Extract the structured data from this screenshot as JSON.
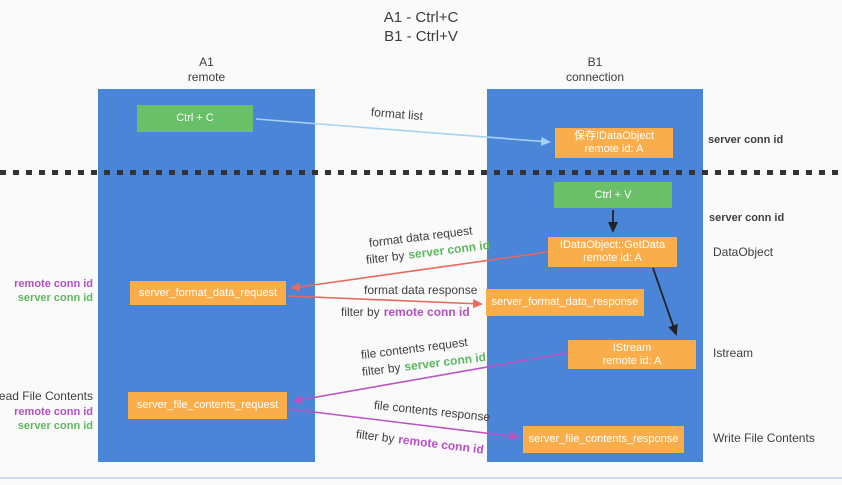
{
  "title": {
    "line1": "A1 - Ctrl+C",
    "line2": "B1 - Ctrl+V"
  },
  "lifelines": {
    "a1": {
      "name": "A1",
      "subtitle": "remote"
    },
    "b1": {
      "name": "B1",
      "subtitle": "connection"
    }
  },
  "nodes": {
    "ctrl_c": {
      "label": "Ctrl + C"
    },
    "ctrl_v": {
      "label": "Ctrl + V"
    },
    "save_dataobject": {
      "line1": "保存IDataObject",
      "line2": "remote id: A"
    },
    "getdata": {
      "line1": "IDataObject::GetData",
      "line2": "remote id: A"
    },
    "istream": {
      "line1": "IStream",
      "line2": "remote id: A"
    },
    "format_request": {
      "label": "server_format_data_request"
    },
    "format_response": {
      "label": "server_format_data_response"
    },
    "file_request": {
      "label": "server_file_contents_request"
    },
    "file_response": {
      "label": "server_file_contents_response"
    }
  },
  "edge_labels": {
    "format_list": "format list",
    "format_data_request": "format data request",
    "format_data_response": "format data response",
    "file_contents_request": "file contents request",
    "file_contents_response": "file contents response",
    "filter_by": "filter by",
    "server_conn_id": "server conn id",
    "remote_conn_id": "remote conn id"
  },
  "side_labels": {
    "server_conn_id": "server conn id",
    "remote_conn_id": "remote conn id",
    "dataobject": "DataObject",
    "istream": "Istream",
    "read_file_contents": "Read File Contents",
    "write_file_contents": "Write File Contents"
  },
  "colors": {
    "bg": "#fafafa",
    "lifeline-blue": "#4a85d8",
    "node-green": "#6abf69",
    "node-orange": "#f9ae4b",
    "green-text": "#5cb85f",
    "purple-text": "#b44fc4",
    "arrow-lightblue": "#a6d2f2",
    "arrow-red": "#e8695e",
    "arrow-purple": "#bb53c3",
    "arrow-black": "#222222",
    "text-dark": "#3f3f3f",
    "dotted-line": "#333333",
    "bottom-rule": "#ccdcf2"
  }
}
